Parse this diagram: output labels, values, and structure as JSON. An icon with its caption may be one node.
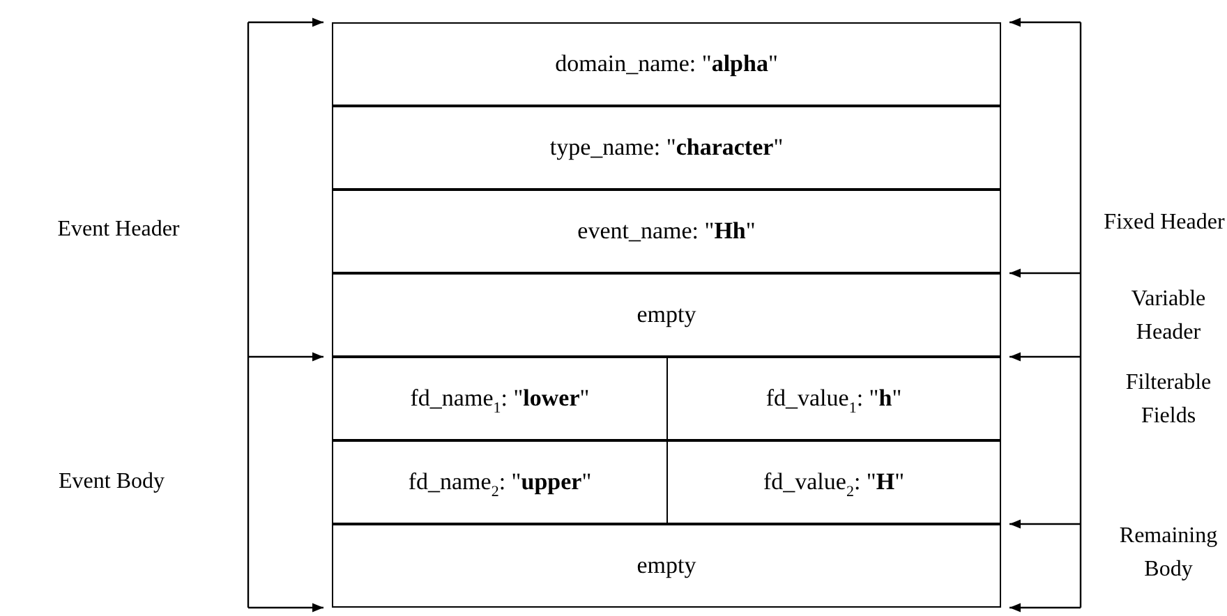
{
  "diagram": {
    "labels": [
      "Event Header",
      "Event Body",
      "domain_name: \"**alpha**\"",
      "type_name: \"**character**\"",
      "event_name: \"**Hh**\"",
      "empty",
      "fd_name$_{1}$: \"**lower**\"",
      "fd_value$_{1}$: \"**h**\"",
      "fd_name$_{2}$: \"**upper**\"",
      "fd_value$_{2}$: \"**H**\"",
      "empty",
      "Fixed Header",
      "Variable Header",
      "Filterable Fields",
      "Remaining Body"
    ]
  }
}
